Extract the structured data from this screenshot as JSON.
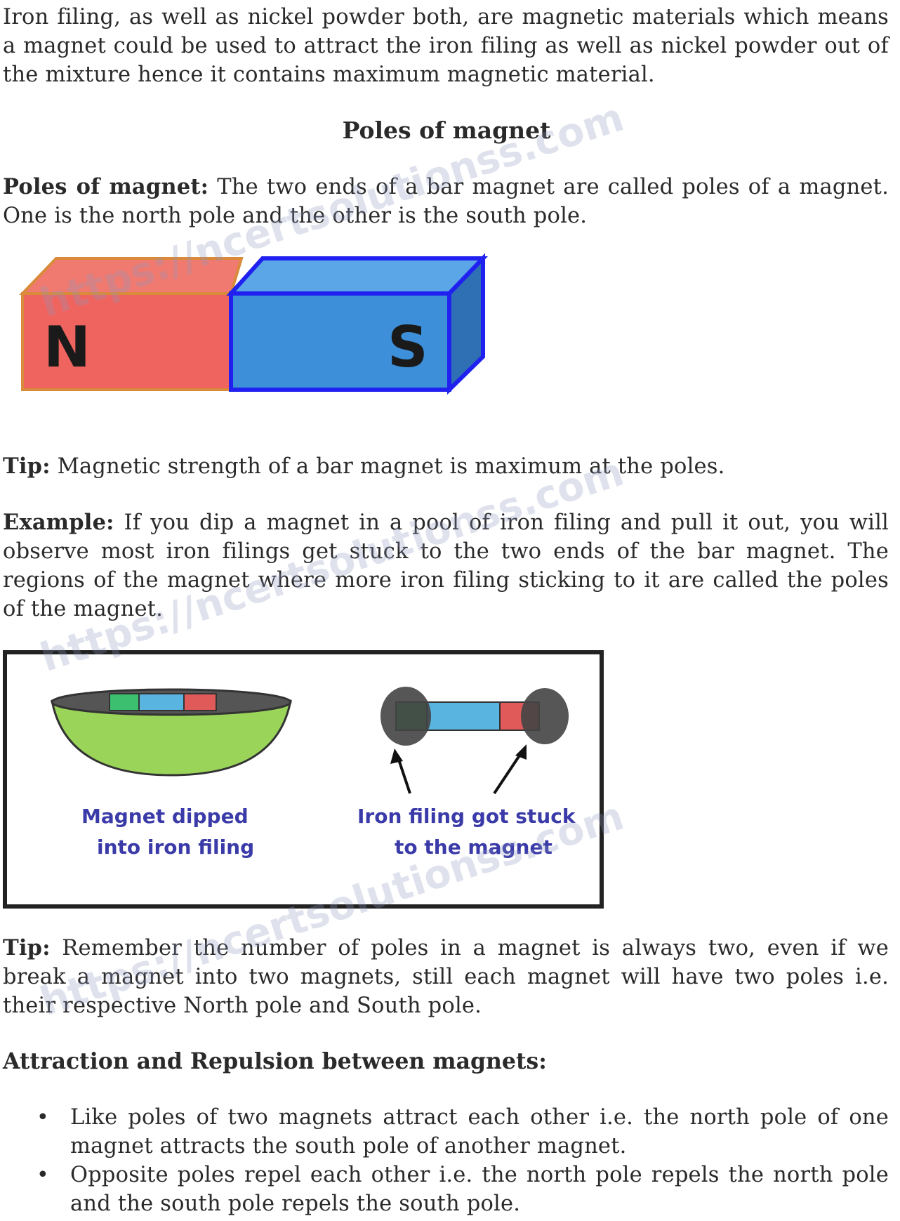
{
  "intro_paragraph": "Iron filing, as well as nickel powder both, are magnetic materials which means a magnet could be used to attract the iron filing as well as nickel powder out of the mixture hence it contains maximum magnetic material.",
  "section_heading": "Poles of magnet",
  "poles_definition": {
    "label": "Poles of magnet:",
    "text": " The two ends of a bar magnet are called poles of a magnet. One is the north pole and the other is the south pole."
  },
  "bar_magnet_figure": {
    "north_label": "N",
    "south_label": "S",
    "north_color": "#f0645f",
    "south_color": "#3c8fd8",
    "south_outline_color": "#2020f0"
  },
  "tip_strength": {
    "label": "Tip:",
    "text": " Magnetic strength of a bar magnet is maximum at the poles."
  },
  "example": {
    "label": "Example:",
    "text": " If you dip a magnet in a pool of iron filing and pull it out, you will observe most iron filings get stuck to the two ends of the bar magnet. The regions of the magnet where more iron filing sticking to it are called the poles of the magnet."
  },
  "iron_filing_figure": {
    "left_caption_line1": "Magnet dipped",
    "left_caption_line2": "into iron filing",
    "right_caption_line1": "Iron filing got stuck",
    "right_caption_line2": "to the magnet",
    "caption_color": "#3a3aa8",
    "bowl_color": "#9ad55a"
  },
  "tip_poles": {
    "label": "Tip:",
    "text": " Remember the number of poles in a magnet is always two, even if we break a magnet into two magnets, still each magnet will have two poles i.e. their respective North pole and South pole."
  },
  "attraction_heading": "Attraction and Repulsion between magnets:",
  "bullets": [
    {
      "dot": "•",
      "text": "Like poles of two magnets attract each other i.e. the north pole of one magnet attracts the south pole of another magnet."
    },
    {
      "dot": "•",
      "text": "Opposite poles repel each other i.e. the north pole repels the north pole and the south pole repels the south pole."
    }
  ],
  "watermark": "https://ncertsolutionss.com"
}
